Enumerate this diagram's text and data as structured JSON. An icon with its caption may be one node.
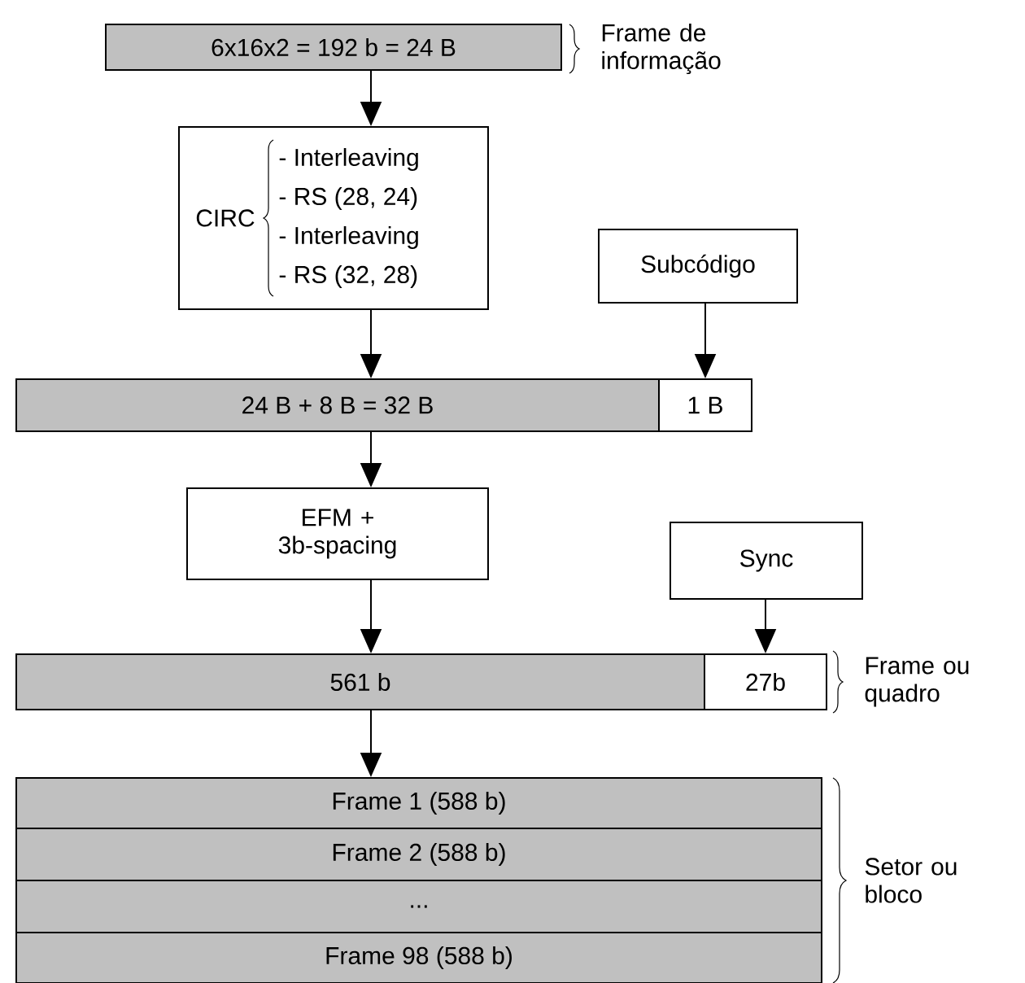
{
  "diagram": {
    "nodes": [
      {
        "text": [
          "6x16x2 = 192 b = 24 B"
        ],
        "beside": [
          "Frame de informação"
        ]
      },
      {
        "text": [
          "CIRC",
          "- Interleaving",
          "- RS (28, 24)",
          "- Interleaving",
          "- RS (32, 28)"
        ]
      },
      {
        "text": [
          "Subcódigo"
        ]
      },
      {
        "text": [
          "24 B + 8 B = 32 B"
        ]
      },
      {
        "text": [
          "1 B"
        ]
      },
      {
        "text": [
          "EFM + 3b-spacing"
        ]
      },
      {
        "text": [
          "Sync"
        ]
      },
      {
        "text": [
          "561 b"
        ]
      },
      {
        "text": [
          "27b"
        ],
        "beside": [
          "Frame ou quadro"
        ]
      },
      {
        "text": [
          "Frame 1 (588 b)"
        ]
      },
      {
        "text": [
          "Frame 2 (588 b)"
        ]
      },
      {
        "text": [
          "..."
        ]
      },
      {
        "text": [
          "Frame 98 (588 b)"
        ]
      }
    ],
    "edges": [
      {
        "from": 0,
        "to": 1,
        "arrow": "to"
      },
      {
        "from": 1,
        "to": 3,
        "arrow": "to"
      },
      {
        "from": 2,
        "to": 4,
        "arrow": "to"
      },
      {
        "from": 3,
        "to": 5,
        "arrow": "to"
      },
      {
        "from": 5,
        "to": 7,
        "arrow": "to"
      },
      {
        "from": 6,
        "to": 8,
        "arrow": "to"
      },
      {
        "from": 7,
        "to": 9,
        "arrow": "to"
      }
    ],
    "labels": [
      "Setor ou bloco"
    ]
  }
}
